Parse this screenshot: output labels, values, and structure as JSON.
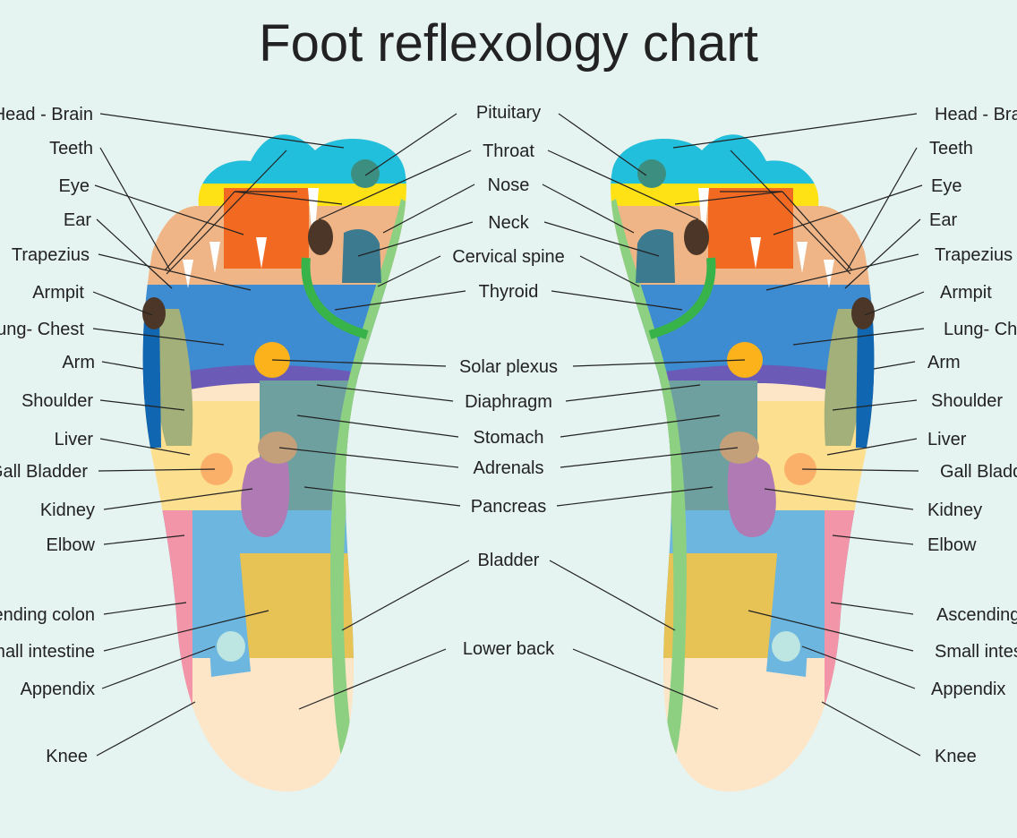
{
  "title": "Foot reflexology chart",
  "left_labels": [
    "Head - Brain",
    "Teeth",
    "Eye",
    "Ear",
    "Trapezius",
    "Armpit",
    "Lung- Chest",
    "Arm",
    "Shoulder",
    "Liver",
    "Gall Bladder",
    "Kidney",
    "Elbow",
    "Ascending colon",
    "Small intestine",
    "Appendix",
    "Knee"
  ],
  "center_labels": [
    "Pituitary",
    "Throat",
    "Nose",
    "Neck",
    "Cervical spine",
    "Thyroid",
    "Solar plexus",
    "Diaphragm",
    "Stomach",
    "Adrenals",
    "Pancreas",
    "Bladder",
    "Lower back"
  ],
  "right_labels": [
    "Head - Brain",
    "Teeth",
    "Eye",
    "Ear",
    "Trapezius",
    "Armpit",
    "Lung- Chest",
    "Arm",
    "Shoulder",
    "Liver",
    "Gall Bladder",
    "Kidney",
    "Elbow",
    "Ascending colon",
    "Small intestine",
    "Appendix",
    "Knee"
  ],
  "colors": {
    "background": "#e5f3f1",
    "toes": "#22bfdc",
    "toe_band": "#ffe216",
    "brain": "#f26a22",
    "lung_chest": "#3d8bd0",
    "diaphragm": "#6b5bb6",
    "stomach": "#6ea0a0",
    "liver": "#fde08f",
    "intestine": "#6cb6e0",
    "bladder": "#e7c255",
    "colon": "#f295a8",
    "heel": "#fde6c8",
    "spine": "#8dd082",
    "kidney": "#b07ab4",
    "adrenal": "#c3a07a",
    "shoulder": "#a4b07a",
    "arm": "#1066b0",
    "solar_plexus": "#fbb21b",
    "gall_bladder": "#fbb06a",
    "appendix": "#bde6e3",
    "armpit": "#4b3627",
    "thyroid": "#37b34a",
    "neck": "#3b7a8f",
    "pituitary": "#3c8f80"
  }
}
